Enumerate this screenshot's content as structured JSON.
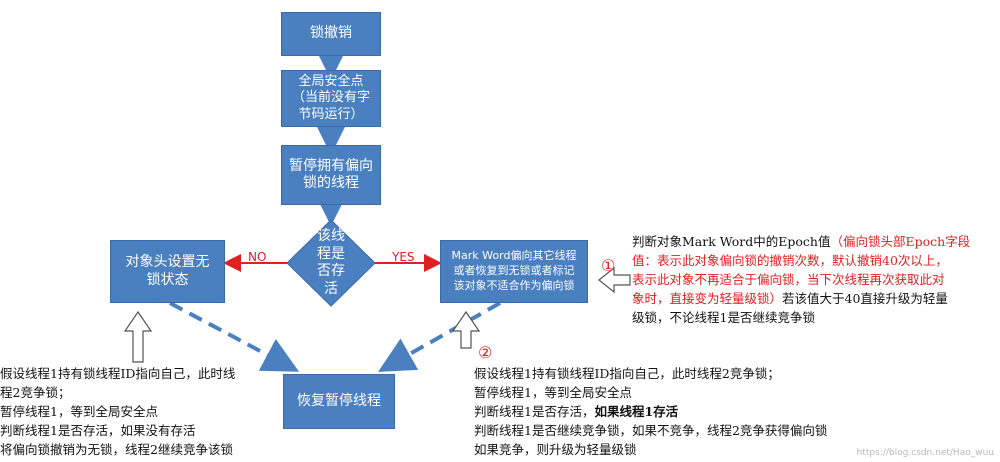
{
  "nodes": {
    "unlock": "锁撤销",
    "safepoint": "全局安全点\n（当前没有字\n节码运行）",
    "pause": "暂停拥有偏向\n锁的线程",
    "decision": "该线\n程是\n否存\n活",
    "set_lockfree": "对象头设置无\n锁状态",
    "markword": "Mark Word偏向其它线程\n或者恢复到无锁或者标记\n该对象不适合作为偏向锁",
    "resume": "恢复暂停线程"
  },
  "edge_labels": {
    "no": "NO",
    "yes": "YES"
  },
  "note1": {
    "marker": "①",
    "line1_a": "判断对象Mark Word中的Epoch值",
    "line1_b": "（偏向锁头部Epoch字段",
    "line2": "值：表示此对象偏向锁的撤销次数，默认撤销40次以上，",
    "line3": "表示此对象不再适合于偏向锁，当下次线程再次获取此对",
    "line4_a": "象时，直接变为轻量级锁）",
    "line4_b": "若该值大于40直接升级为轻量",
    "line5": "级锁，不论线程1是否继续竞争锁"
  },
  "note2": {
    "marker": "②",
    "line1": "假设线程1持有锁线程ID指向自己，此时线程2竞争锁；",
    "line2": "暂停线程1，等到全局安全点",
    "line3_a": "判断线程1是否存活，",
    "line3_b": "如果线程1存活",
    "line4": "判断线程1是否继续竞争锁，如果不竞争，线程2竞争获得偏向锁",
    "line5": "如果竞争，则升级为轻量级锁"
  },
  "note3": {
    "line1": "假设线程1持有锁线程ID指向自己，此时线",
    "line2": "程2竞争锁；",
    "line3": "暂停线程1，等到全局安全点",
    "line4": "判断线程1是否存活，如果没有存活",
    "line5": "将偏向锁撤销为无锁，线程2继续竞争该锁"
  },
  "watermark": "https://blog.csdn.net/Hao_wuu",
  "colors": {
    "box": "#4a7fc0",
    "arrow": "#4a7fc0",
    "accent_red": "#e02020"
  }
}
